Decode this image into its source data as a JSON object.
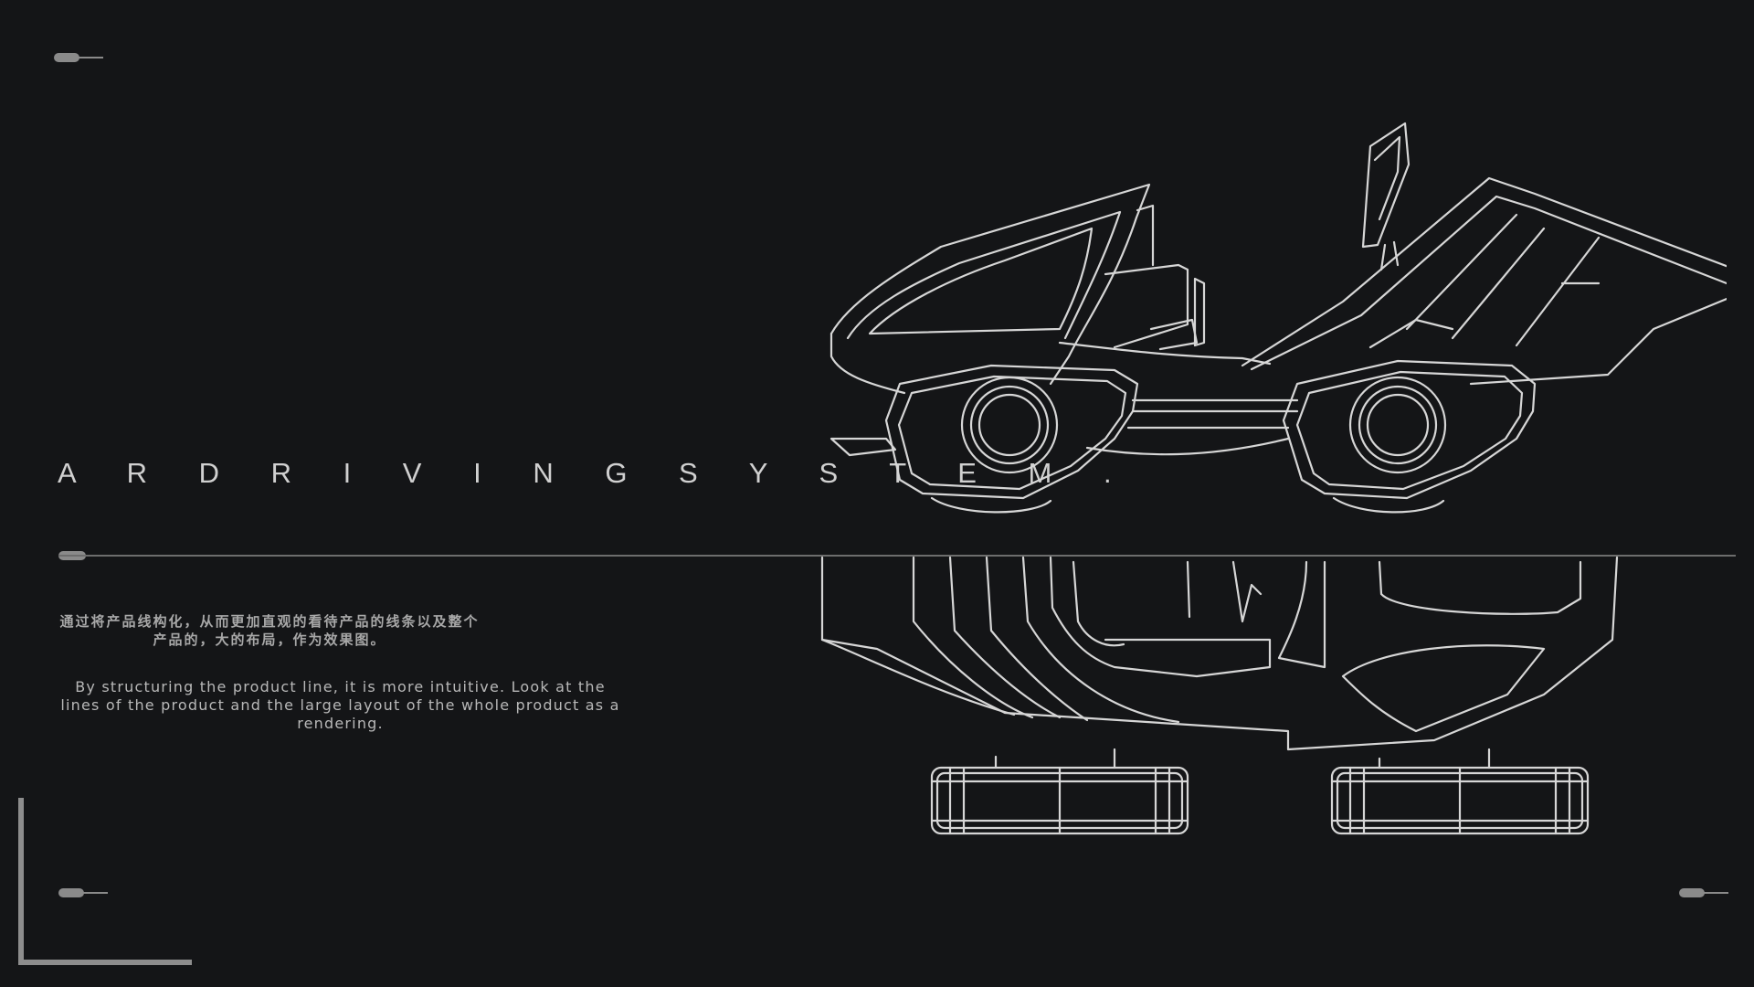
{
  "slide": {
    "title": "A R D R I V I N G S Y S T E M .",
    "description_cn": "通过将产品线构化，从而更加直观的看待产品的线条以及整个产品的，大的布局，作为效果图。",
    "description_en": "By structuring the product line, it is more intuitive. Look at the lines of the product and the large layout of the whole product as a rendering.",
    "illustration": "ar-driving-vehicle-line-drawing"
  },
  "colors": {
    "background": "#141517",
    "line_art": "#d6d6d6",
    "accent_gray": "#8a8a8a"
  }
}
